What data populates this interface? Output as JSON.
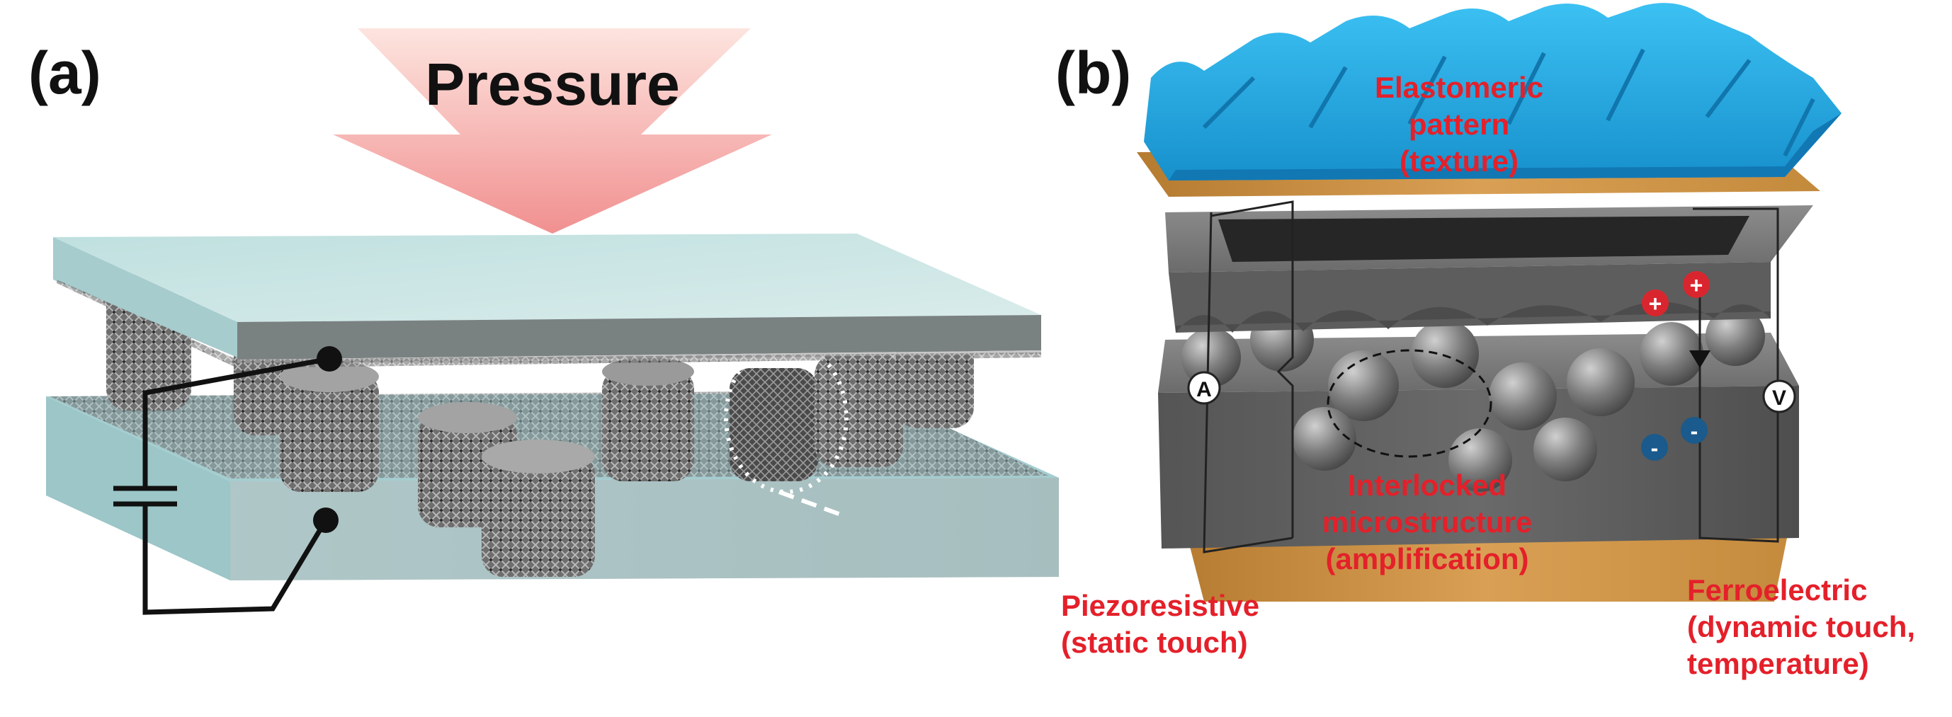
{
  "panel_a": {
    "label": "(a)",
    "arrow_text": "Pressure"
  },
  "panel_b": {
    "label": "(b)",
    "elastomeric": [
      "Elastomeric pattern",
      "(texture)"
    ],
    "interlocked": [
      "Interlocked",
      "microstructure",
      "(amplification)"
    ],
    "piezoresistive": [
      "Piezoresistive",
      "(static touch)"
    ],
    "ferroelectric": [
      "Ferroelectric",
      "(dynamic touch,",
      "temperature)"
    ],
    "ammeter": "A",
    "voltmeter": "V",
    "plus": "+",
    "minus": "-"
  },
  "colors": {
    "label_red": "#e4202a",
    "slab_teal": "#a9d3d4",
    "texture_blue": "#23a7e0",
    "electrode_gold": "#c98d3c",
    "charge_red": "#d9262e",
    "charge_blue": "#1a5a8c"
  }
}
